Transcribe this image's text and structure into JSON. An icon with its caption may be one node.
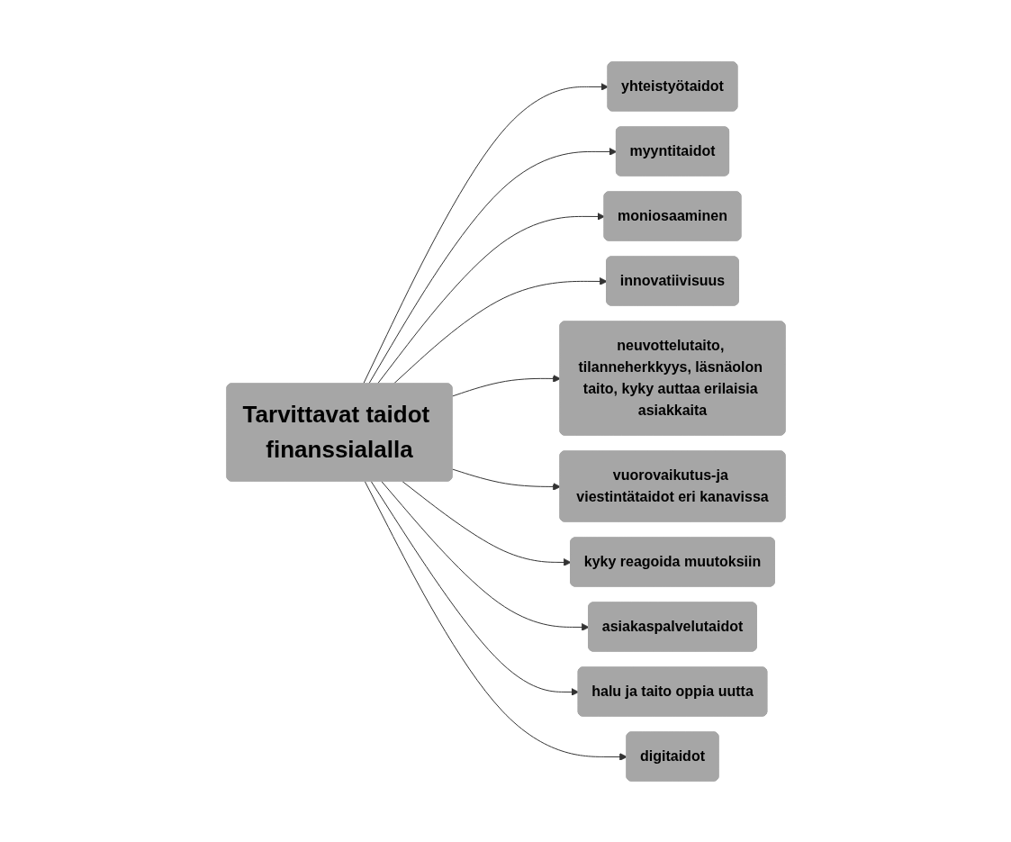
{
  "diagram": {
    "nodes": [
      {
        "text": [
          "myyntitaidot"
        ]
      },
      {
        "text": [
          "yhteistyötaidot"
        ]
      },
      {
        "text": [
          "moniosaaminen"
        ]
      },
      {
        "text": [
          "innovatiivisuus"
        ]
      },
      {
        "text": [
          "neuvottelutaito, tilanneherkkyys, läsnäolon taito, kyky auttaa erilaisia asiakkaita"
        ]
      },
      {
        "text": [
          "Tarvittavat taidot finanssialalla"
        ]
      },
      {
        "text": [
          "vuorovaikutus-ja viestintätaidot eri kanavissa"
        ]
      },
      {
        "text": [
          "asiakaspalvelutaidot"
        ]
      },
      {
        "text": [
          "kyky reagoida muutoksiin"
        ]
      },
      {
        "text": [
          "halu ja taito oppia uutta"
        ]
      },
      {
        "text": [
          "digitaidot"
        ]
      }
    ],
    "edges": [
      {
        "from": 5,
        "to": 1,
        "arrow": "to"
      },
      {
        "from": 5,
        "to": 0,
        "arrow": "to"
      },
      {
        "from": 5,
        "to": 2,
        "arrow": "to"
      },
      {
        "from": 5,
        "to": 3,
        "arrow": "to"
      },
      {
        "from": 5,
        "to": 4,
        "arrow": "to"
      },
      {
        "from": 5,
        "to": 6,
        "arrow": "to"
      },
      {
        "from": 5,
        "to": 8,
        "arrow": "to"
      },
      {
        "from": 5,
        "to": 7,
        "arrow": "to"
      },
      {
        "from": 5,
        "to": 9,
        "arrow": "to"
      },
      {
        "from": 5,
        "to": 10,
        "arrow": "to"
      }
    ]
  }
}
